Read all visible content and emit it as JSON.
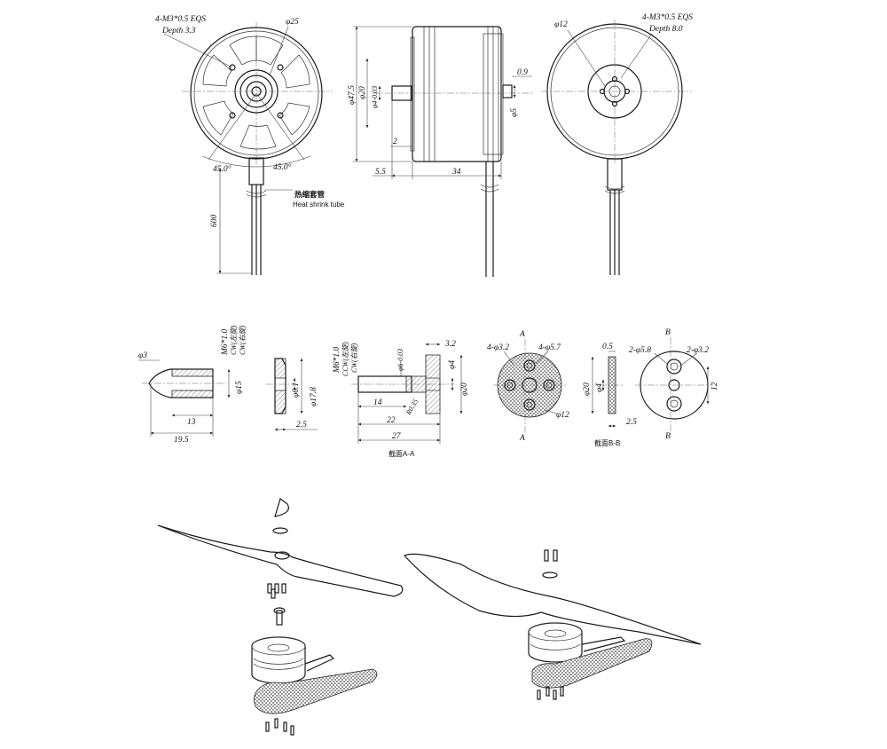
{
  "front_view": {
    "screw_note": "4-M3*0.5 EQS",
    "screw_depth": "Depth 3.3",
    "dia_25": "φ25",
    "angle_left": "45.0°",
    "angle_right": "45.0°",
    "lead_length": "600",
    "heat_shrink_cn": "热缩套管",
    "heat_shrink_en": "Heat shrink tube"
  },
  "side_view": {
    "dia_47_5": "φ47.5",
    "dia_20": "φ20",
    "dia_4": "φ4-0.03",
    "dim_0_9": "0.9",
    "dia_5": "φ5",
    "dim_2": "2",
    "dim_5_5": "5.5",
    "dim_34": "34"
  },
  "rear_view": {
    "dia_12": "φ12",
    "screw_note": "4-M3*0.5 EQS",
    "screw_depth": "Depth 8.0"
  },
  "prop_nut": {
    "dia_3": "φ3",
    "thread": "M6*1.0",
    "thread_dir_1": "CW(左旋)",
    "thread_dir_2": "CW(右旋)",
    "dia_15": "φ15",
    "dim_13": "13",
    "dim_19_5": "19.5"
  },
  "washer": {
    "dia_6_1": "φ6.1",
    "dia_17_8": "φ17.8",
    "dim_2_5": "2.5"
  },
  "prop_adapter": {
    "thread": "M6*1.0",
    "thread_dir_1": "CCW(左旋)",
    "thread_dir_2": "CW(右旋)",
    "dia_6": "φ6-0.03",
    "dim_3_2": "3.2",
    "dia_4": "φ4",
    "dia_20": "φ20",
    "dim_14": "14",
    "radius": "R0.35",
    "dim_22": "22",
    "dim_27": "27",
    "section_caption": "截面A-A"
  },
  "plate_a": {
    "hole_small": "4-φ3.2",
    "hole_large": "4-φ5.7",
    "dia_12": "φ12",
    "cut_a_top": "A",
    "cut_a_bottom": "A"
  },
  "plate_b": {
    "dim_0_5": "0.5",
    "dia_20": "φ20",
    "dia_4": "φ4",
    "dim_2_5": "2.5",
    "section_caption": "截面B-B",
    "hole_large": "2-φ5.8",
    "hole_small": "2-φ3.2",
    "dim_12": "12",
    "cut_b_top": "B",
    "cut_b_bottom": "B"
  }
}
